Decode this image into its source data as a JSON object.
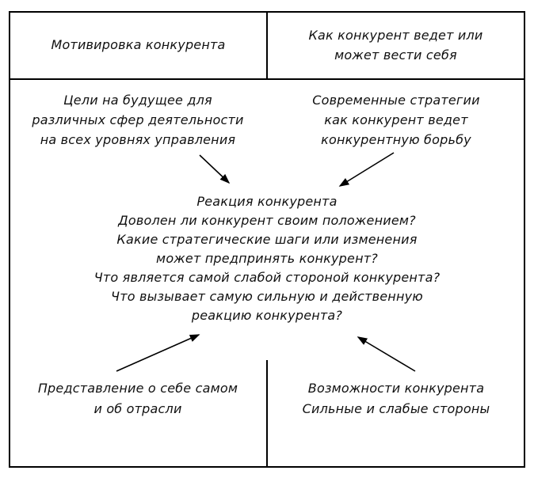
{
  "header": {
    "left": "Мотивировка конкурента",
    "right_lines": [
      "Как конкурент ведет или",
      "может вести себя"
    ]
  },
  "cells": {
    "top_left": {
      "lines": [
        "Цели на будущее для",
        "различных сфер деятельности",
        "на всех уровнях управления"
      ]
    },
    "top_right": {
      "lines": [
        "Современные стратегии",
        "как конкурент ведет",
        "конкурентную борьбу"
      ]
    },
    "center": {
      "lines": [
        "Реакция конкурента",
        "Доволен ли конкурент своим положением?",
        "Какие стратегические шаги или изменения",
        "может предпринять конкурент?",
        "Что является самой слабой стороной конкурента?",
        "Что вызывает самую сильную и действенную",
        "реакцию конкурента?"
      ]
    },
    "bottom_left": {
      "lines": [
        "Представление о себе самом",
        "и об отрасли"
      ]
    },
    "bottom_right": {
      "lines": [
        "Возможности конкурента",
        "Сильные и слабые стороны"
      ]
    }
  },
  "colors": {
    "line": "#000000",
    "background": "#ffffff",
    "text": "#111111"
  }
}
